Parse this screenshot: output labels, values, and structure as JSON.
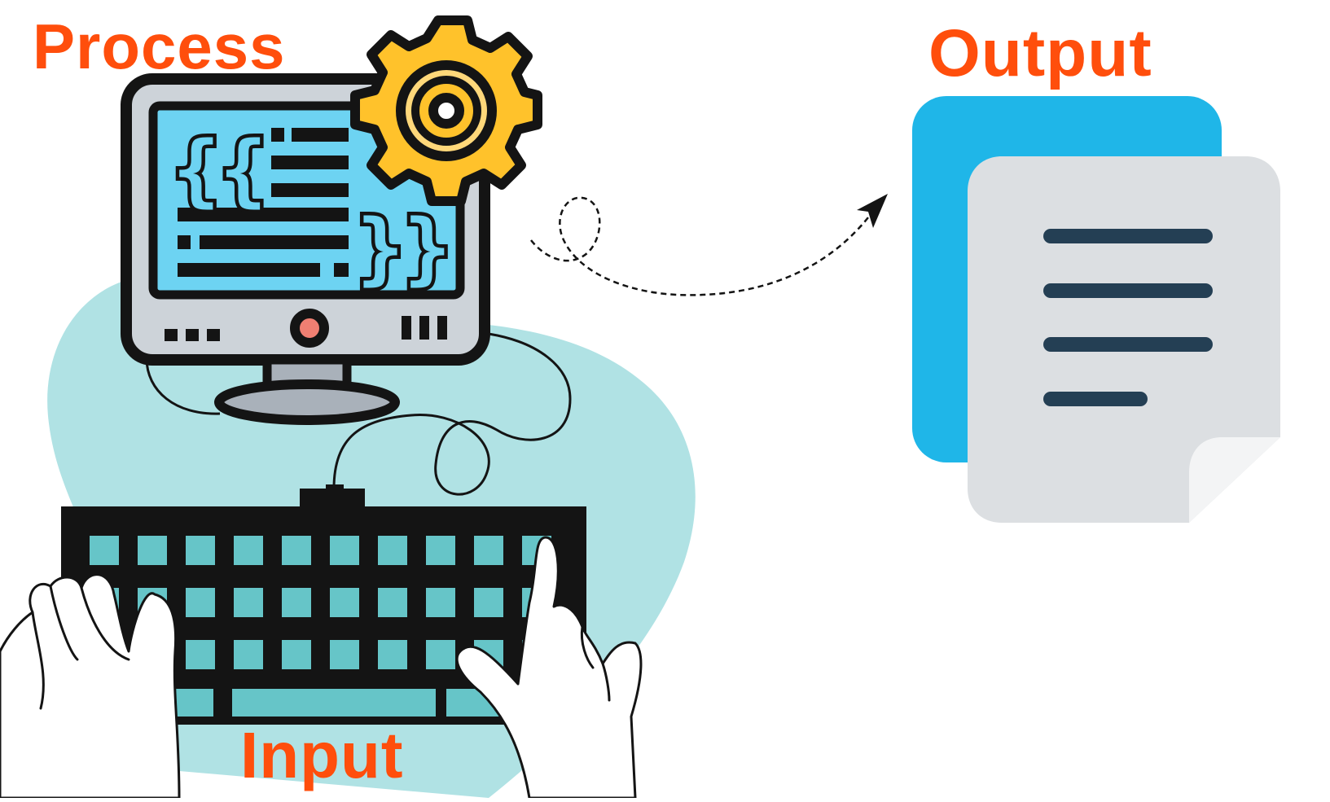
{
  "labels": {
    "process": "Process",
    "output": "Output",
    "input": "Input"
  },
  "colors": {
    "label_orange": "#ff4e0c",
    "blob_teal": "#b0e2e4",
    "screen_blue": "#6dd3f2",
    "monitor_gray": "#cdd3d9",
    "gear_yellow": "#ffc22b",
    "gear_inner": "#ffd87a",
    "key_teal": "#66c5c8",
    "doc_blue": "#1fb6e8",
    "doc_gray": "#dcdfe2",
    "doc_lines": "#243f54",
    "outline": "#141414"
  },
  "icons": [
    "gear-icon",
    "monitor-icon",
    "keyboard-icon",
    "document-icon",
    "arrow-icon"
  ]
}
